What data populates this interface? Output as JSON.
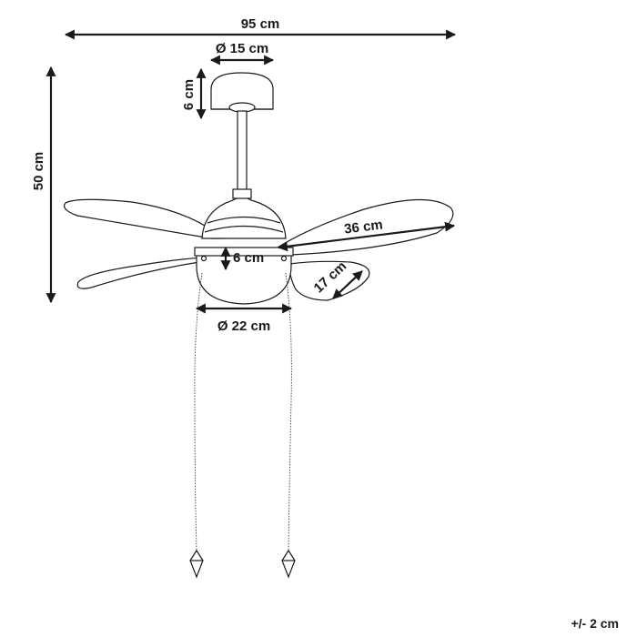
{
  "diagram": {
    "dimensions": {
      "total_width": "95 cm",
      "canopy_diameter": "Ø 15 cm",
      "canopy_height": "6 cm",
      "total_height": "50 cm",
      "blade_length": "36 cm",
      "light_height": "6 cm",
      "blade_width": "17 cm",
      "light_diameter": "Ø 22 cm"
    },
    "tolerance": "+/- 2 cm",
    "colors": {
      "line": "#1a1a1a",
      "background": "#ffffff"
    }
  }
}
